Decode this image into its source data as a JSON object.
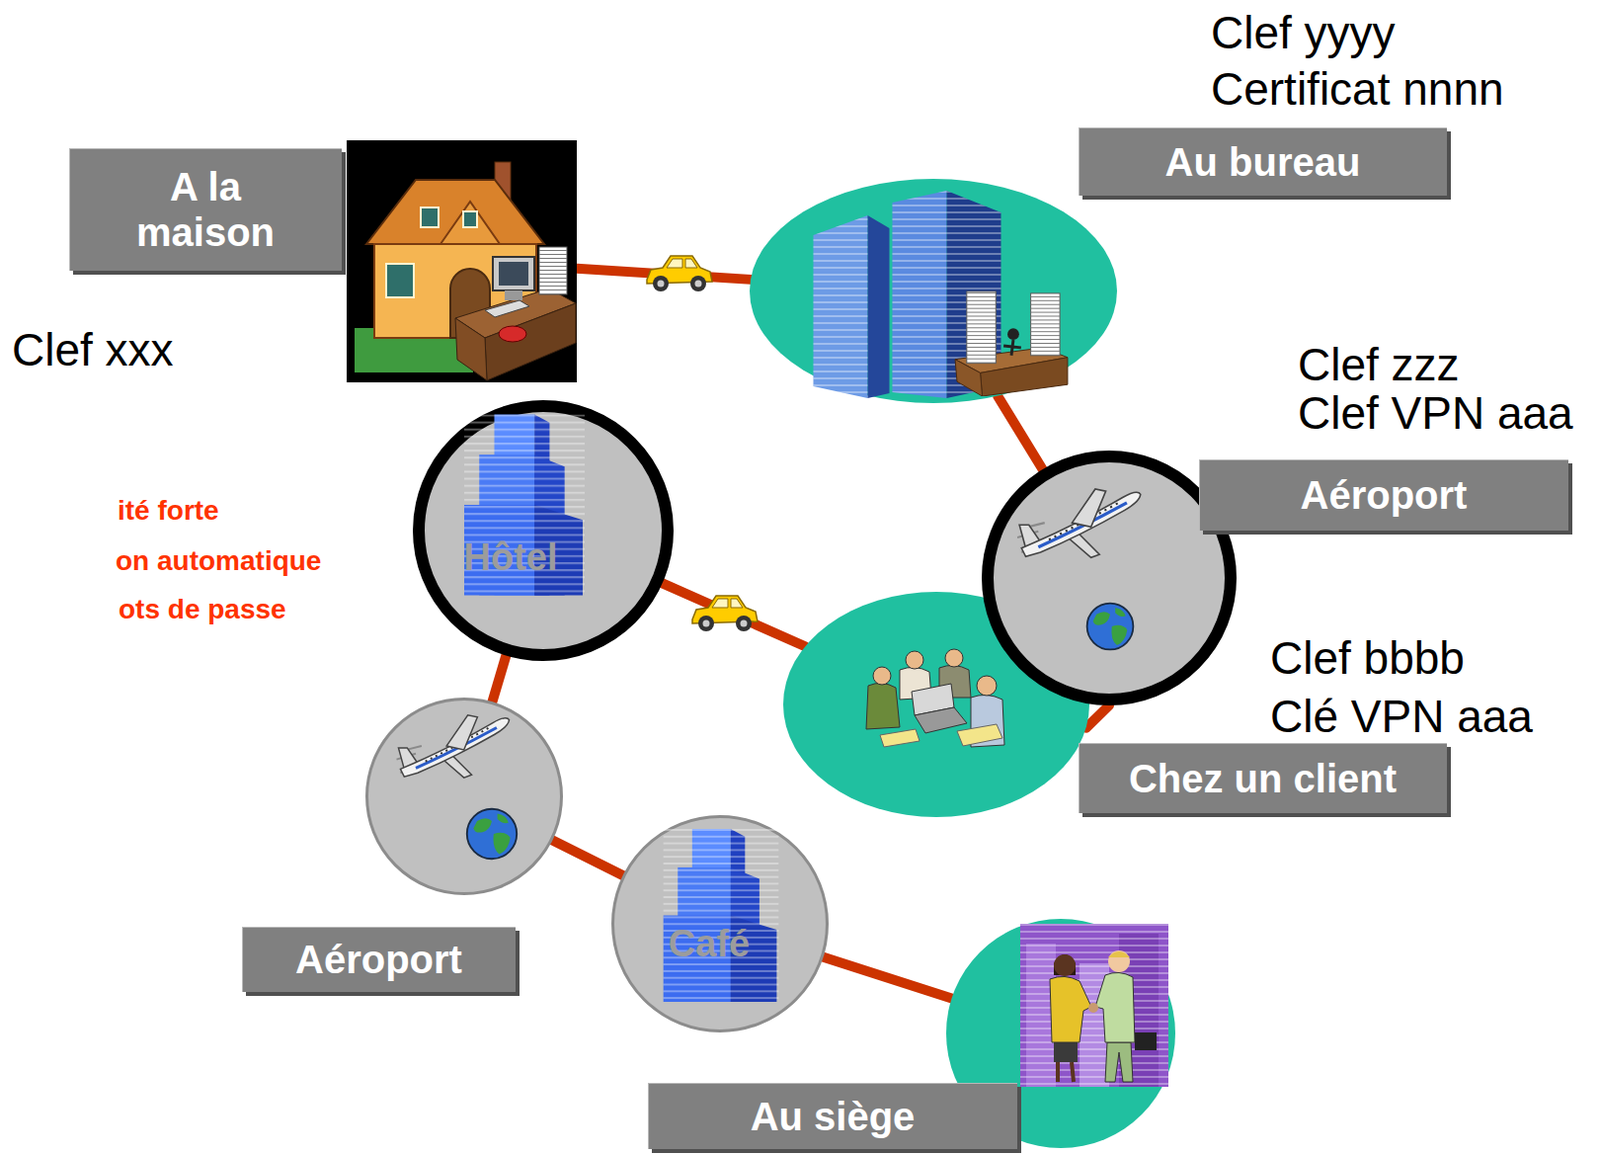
{
  "diagram": {
    "nodes": [
      {
        "text": [
          "A la maison"
        ]
      },
      {
        "text": [
          "Au bureau"
        ]
      },
      {
        "text": [
          "Aéroport"
        ]
      },
      {
        "text": [
          "Chez un client"
        ]
      },
      {
        "text": [
          "Hôtel"
        ]
      },
      {
        "text": [
          "Aéroport"
        ]
      },
      {
        "text": [
          "Café"
        ]
      },
      {
        "text": [
          "Au siège"
        ]
      }
    ],
    "edges": [
      {
        "from": 0,
        "to": 1,
        "arrow": "none"
      },
      {
        "from": 1,
        "to": 2,
        "arrow": "none"
      },
      {
        "from": 2,
        "to": 3,
        "arrow": "none"
      },
      {
        "from": 3,
        "to": 4,
        "arrow": "none"
      },
      {
        "from": 4,
        "to": 5,
        "arrow": "none"
      },
      {
        "from": 5,
        "to": 6,
        "arrow": "none"
      },
      {
        "from": 6,
        "to": 7,
        "arrow": "none"
      }
    ],
    "labels": [
      "Clef yyyy",
      "Certificat nnnn",
      "Clef xxx",
      "Clef zzz",
      "Clef VPN aaa",
      "Clef bbbb",
      "Clé VPN aaa",
      "ité forte",
      "on automatique",
      "ots de passe"
    ]
  }
}
